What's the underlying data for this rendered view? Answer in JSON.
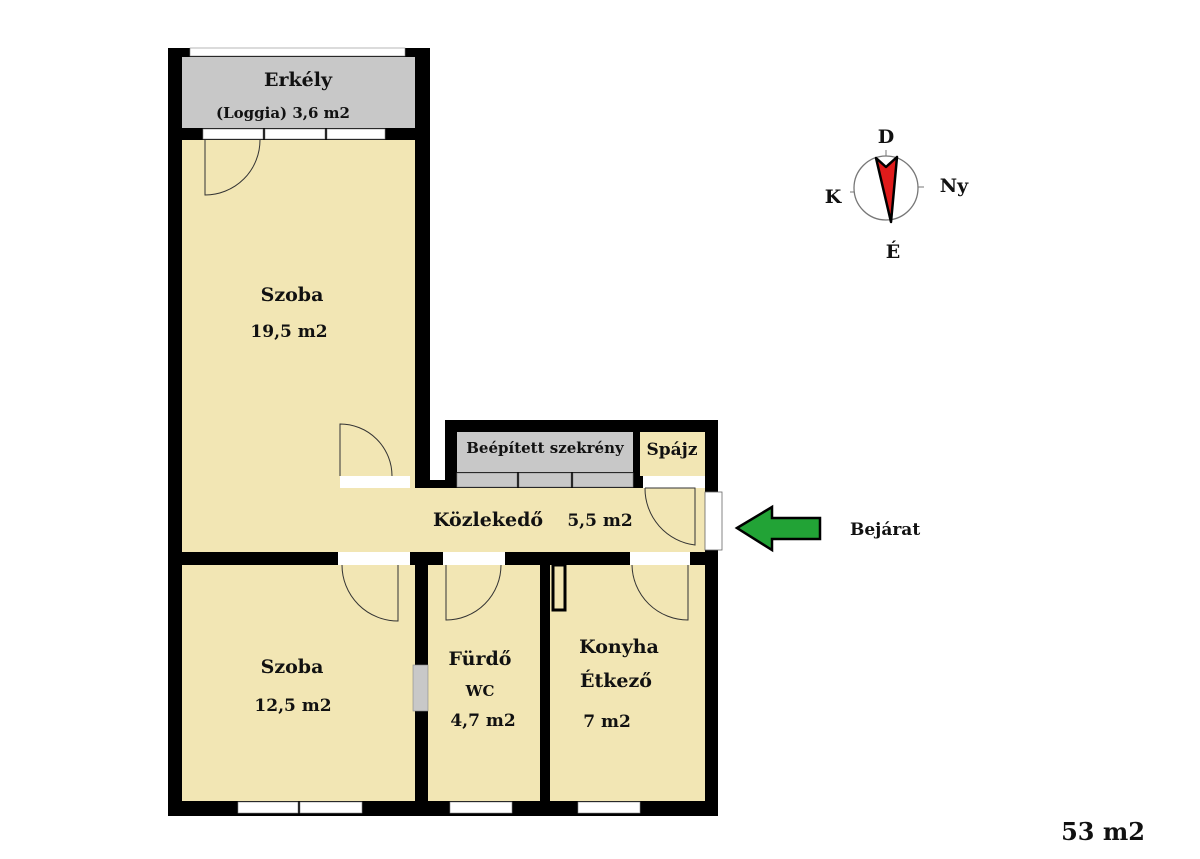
{
  "colors": {
    "room": "#f2e6b4",
    "storage": "#c8c8c8",
    "wall": "#000000",
    "arrow": "#22a336",
    "needle": "#e01b1b"
  },
  "rooms": {
    "balcony": {
      "name": "Erkély",
      "area": "(Loggia) 3,6 m2"
    },
    "room1": {
      "name": "Szoba",
      "area": "19,5 m2"
    },
    "closet": {
      "name": "Beépített szekrény"
    },
    "pantry": {
      "name": "Spájz"
    },
    "hallway": {
      "name": "Közlekedő",
      "area": "5,5 m2"
    },
    "room2": {
      "name": "Szoba",
      "area": "12,5 m2"
    },
    "bathroom": {
      "name": "Fürdő",
      "sub": "WC",
      "area": "4,7 m2"
    },
    "kitchen": {
      "name": "Konyha",
      "sub": "Étkező",
      "area": "7 m2"
    }
  },
  "entrance": {
    "label": "Bejárat"
  },
  "compass": {
    "north": "É",
    "south": "D",
    "east": "K",
    "west": "Ny"
  },
  "total_area": "53 m2"
}
